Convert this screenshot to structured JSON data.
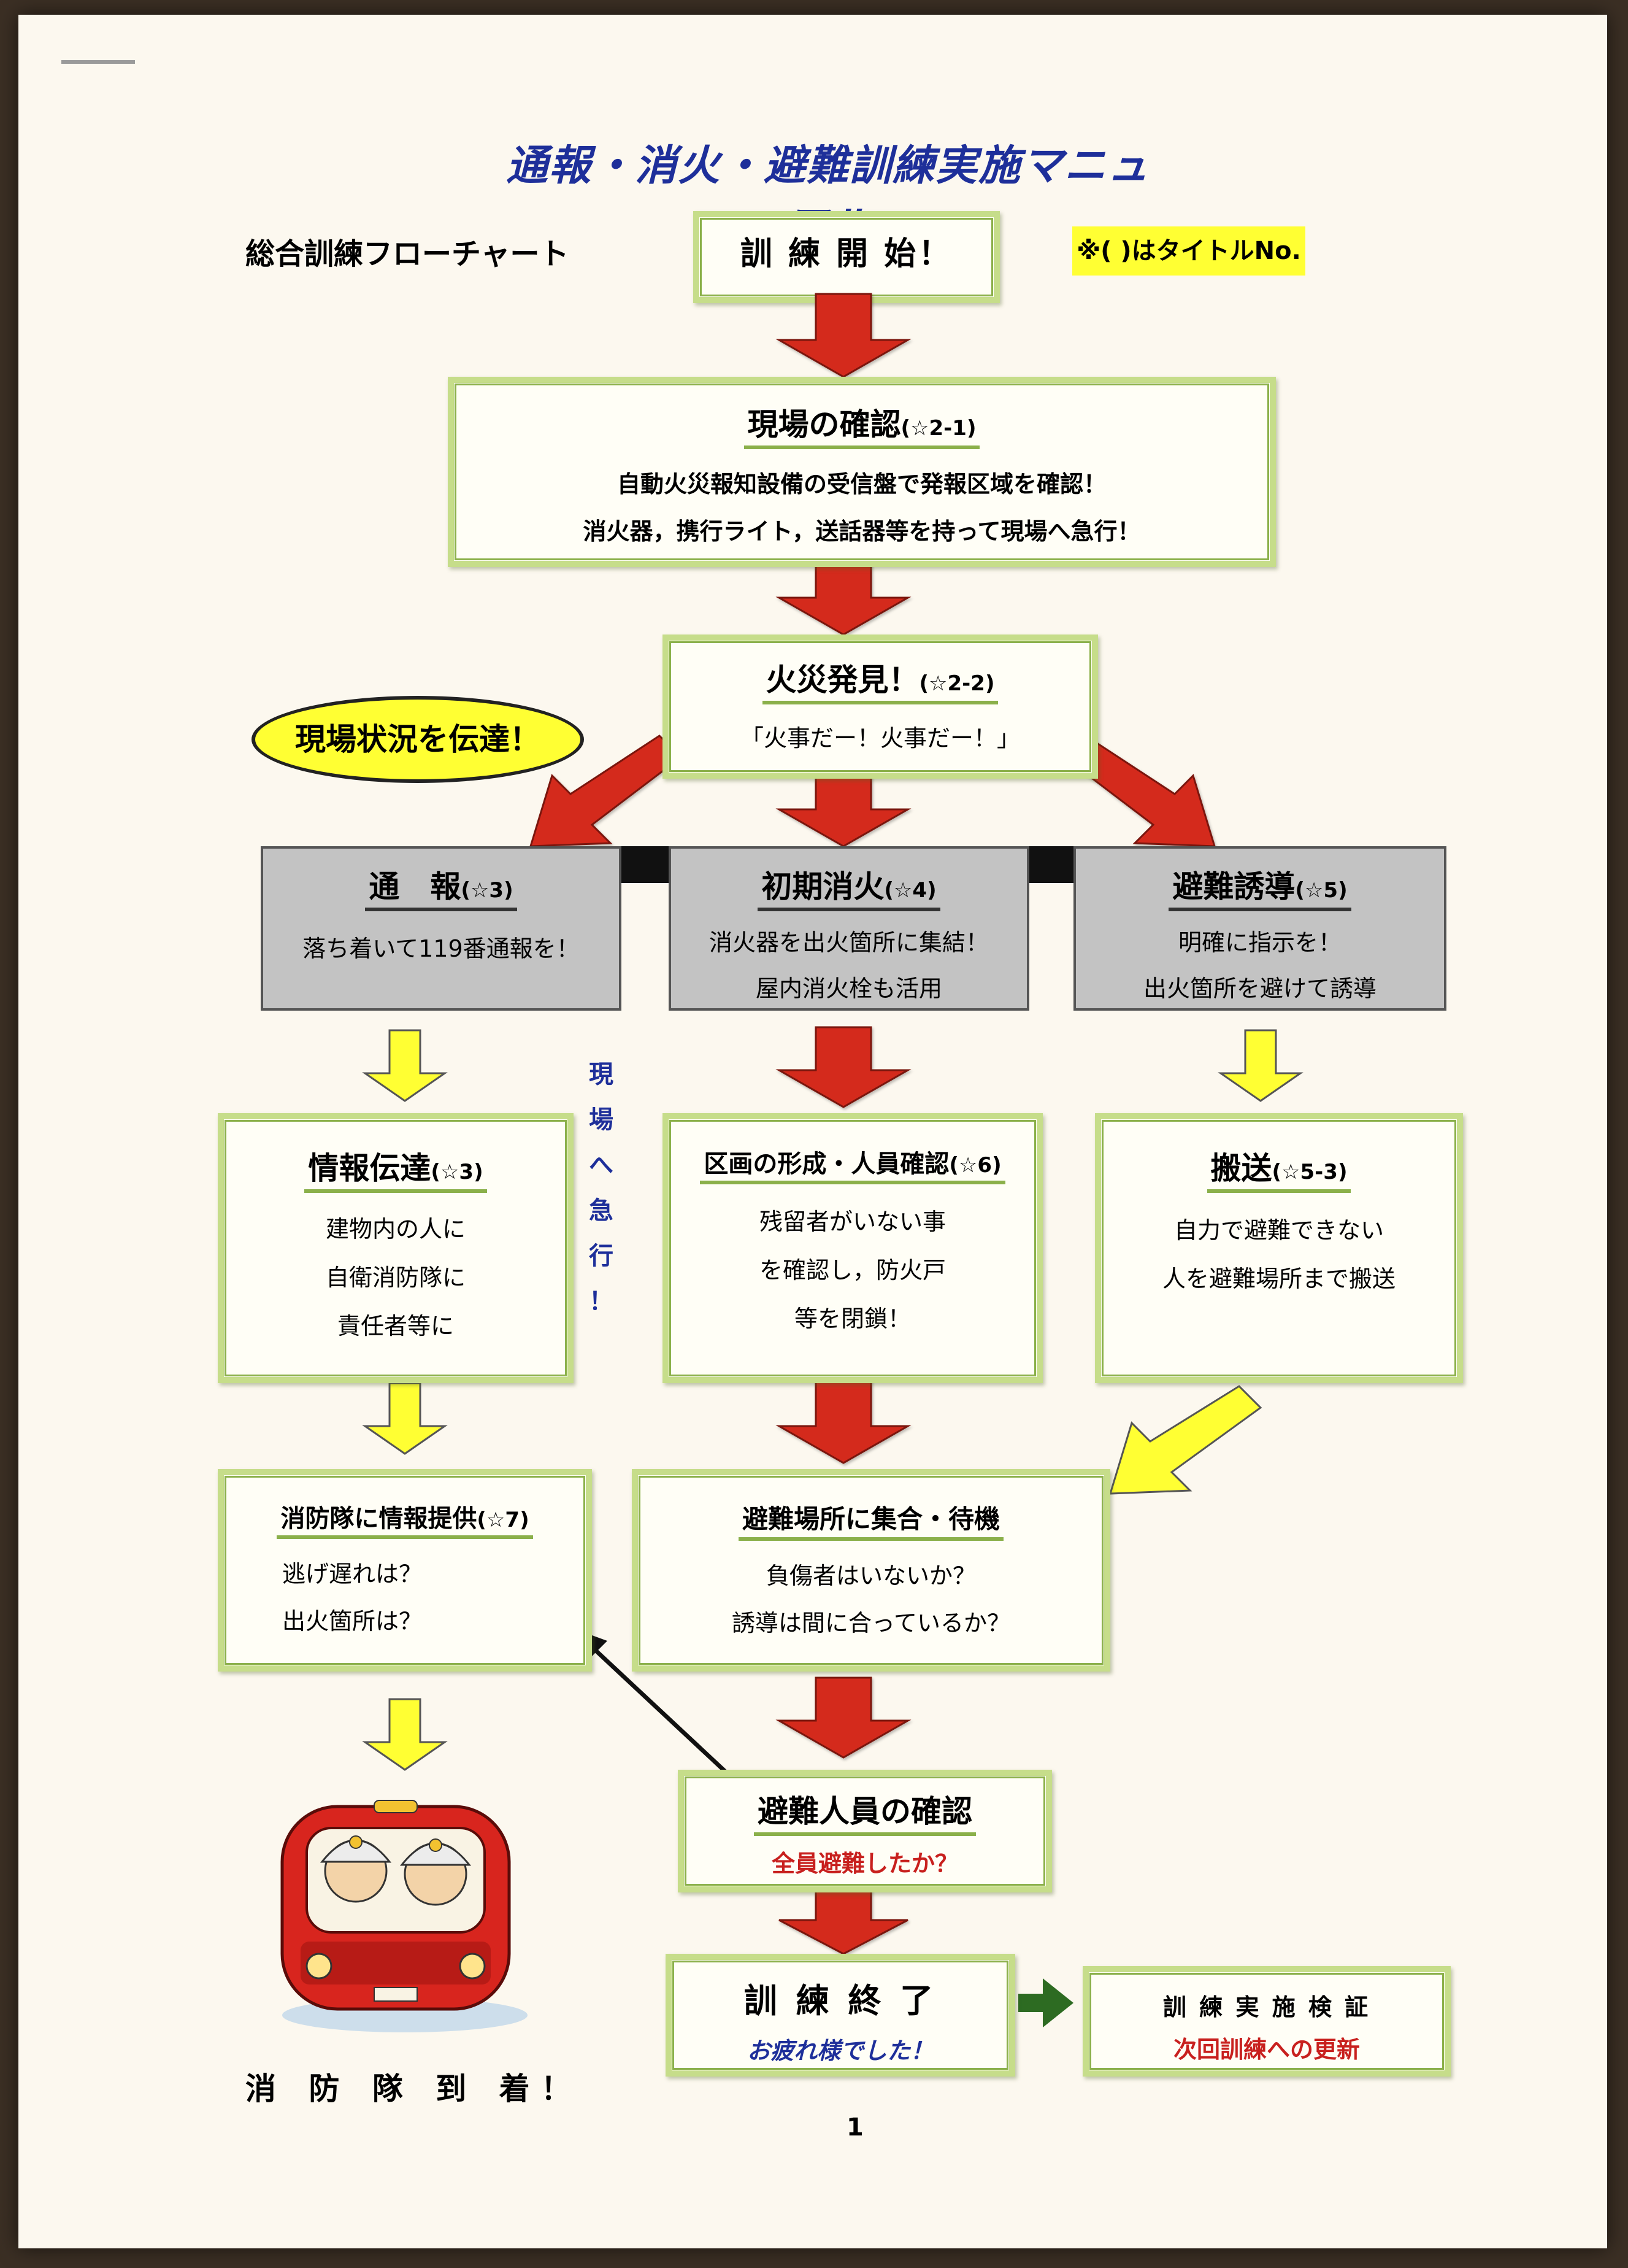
{
  "title": "通報・消火・避難訓練実施マニュアル",
  "subtitle": "総合訓練フローチャート",
  "note": "※( )はタイトルNo.",
  "start": "訓 練 開 始！",
  "confirm": {
    "title": "現場の確認",
    "ref": "(☆2-1)",
    "lines": [
      "自動火災報知設備の受信盤で発報区域を確認！",
      "消火器，携行ライト，送話器等を持って現場へ急行！"
    ]
  },
  "discovery": {
    "title": "火災発見！",
    "ref": "(☆2-2)",
    "line": "「火事だー！火事だー！」"
  },
  "report_bubble": "現場状況を伝達！",
  "report": {
    "title": "通　報",
    "ref": "(☆3)",
    "line": "落ち着いて119番通報を！"
  },
  "extinguish": {
    "title": "初期消火",
    "ref": "(☆4)",
    "lines": [
      "消火器を出火箇所に集結！",
      "屋内消火栓も活用"
    ]
  },
  "evacuation": {
    "title": "避難誘導",
    "ref": "(☆5)",
    "lines": [
      "明確に指示を！",
      "出火箇所を避けて誘導"
    ]
  },
  "vertical_text": [
    "現",
    "場",
    "へ",
    "急",
    "行",
    "！"
  ],
  "info": {
    "title": "情報伝達",
    "ref": "(☆3)",
    "lines": [
      "建物内の人に",
      "自衛消防隊に",
      "責任者等に"
    ]
  },
  "zone": {
    "title": "区画の形成・人員確認",
    "ref": "(☆6)",
    "lines": [
      "残留者がいない事",
      "を確認し，防火戸",
      "等を閉鎖！"
    ]
  },
  "transport": {
    "title": "搬送",
    "ref": "(☆5-3)",
    "lines": [
      "自力で避難できない",
      "人を避難場所まで搬送"
    ]
  },
  "fire_brigade_info": {
    "title": "消防隊に情報提供",
    "ref": "(☆7)",
    "lines": [
      "逃げ遅れは？",
      "出火箇所は？"
    ]
  },
  "assembly": {
    "title": "避難場所に集合・待機",
    "lines": [
      "負傷者はいないか？",
      "誘導は間に合っているか？"
    ]
  },
  "headcount": {
    "title": "避難人員の確認",
    "line": "全員避難したか？"
  },
  "end": {
    "title": "訓 練 終 了",
    "line": "お疲れ様でした！"
  },
  "review": {
    "title": "訓 練 実 施 検 証",
    "line": "次回訓練への更新"
  },
  "arrival": "消 防 隊 到 着！",
  "page_number": "1",
  "colors": {
    "arrow_red": "#d42a1e",
    "arrow_yellow": "#ffff33",
    "box_green": "#8bb04a",
    "title_blue": "#1e2f9a"
  }
}
